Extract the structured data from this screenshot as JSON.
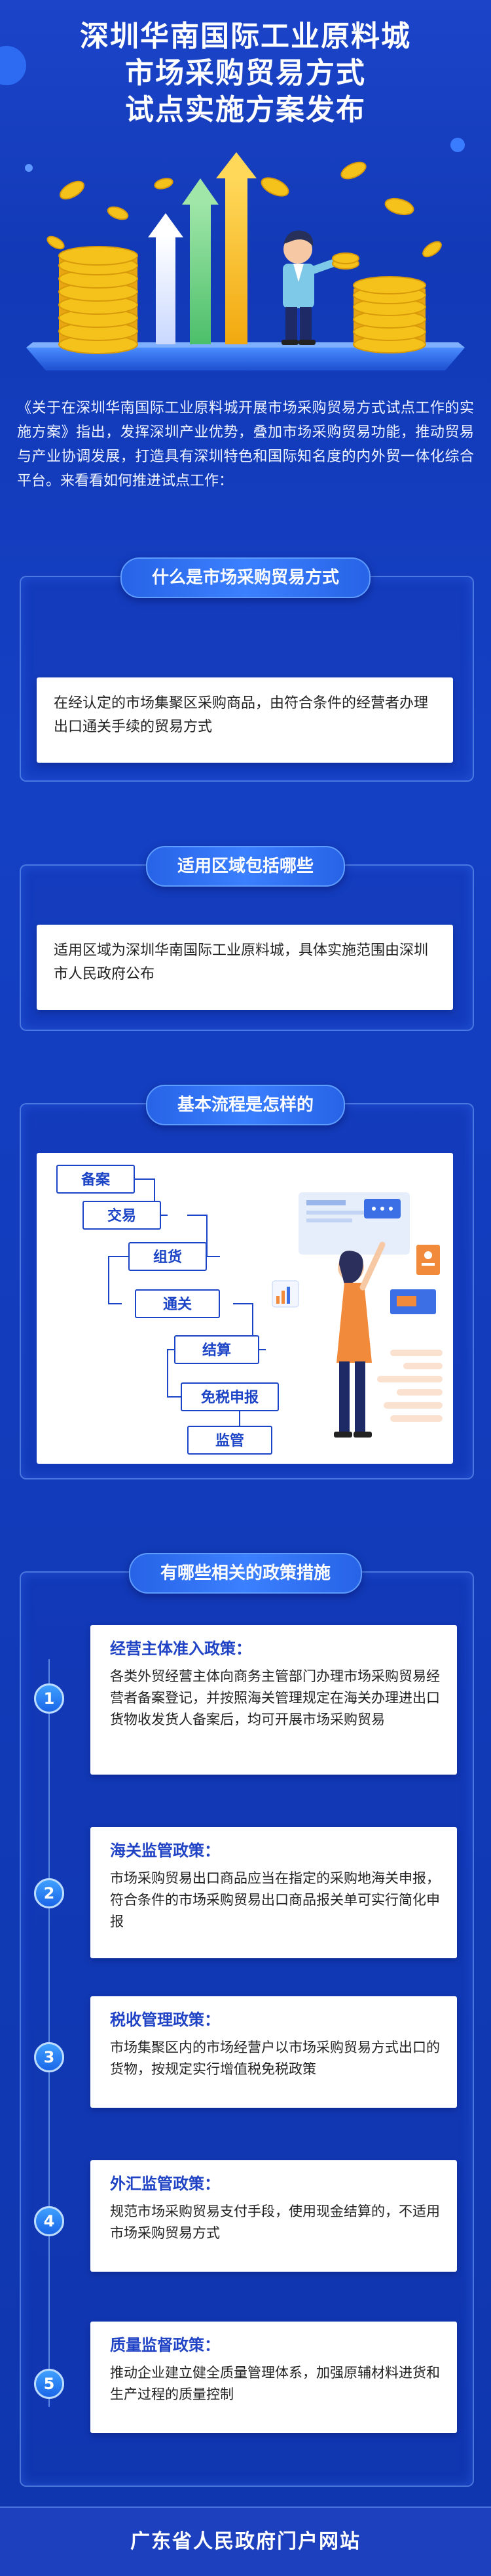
{
  "hero": {
    "title_lines": [
      "深圳华南国际工业原料城",
      "市场采购贸易方式",
      "试点实施方案发布"
    ]
  },
  "intro": "《关于在深圳华南国际工业原料城开展市场采购贸易方式试点工作的实施方案》指出，发挥深圳产业优势，叠加市场采购贸易功能，推动贸易与产业协调发展，打造具有深圳特色和国际知名度的内外贸一体化综合平台。来看看如何推进试点工作：",
  "sections": {
    "what": {
      "heading": "什么是市场采购贸易方式",
      "body": "在经认定的市场集聚区采购商品，由符合条件的经营者办理出口通关手续的贸易方式"
    },
    "area": {
      "heading": "适用区域包括哪些",
      "body": "适用区域为深圳华南国际工业原料城，具体实施范围由深圳市人民政府公布"
    },
    "flow": {
      "heading": "基本流程是怎样的",
      "steps": [
        "备案",
        "交易",
        "组货",
        "通关",
        "结算",
        "免税申报",
        "监管"
      ]
    },
    "policy": {
      "heading": "有哪些相关的政策措施",
      "items": [
        {
          "num": "1",
          "title": "经营主体准入政策：",
          "body": "各类外贸经营主体向商务主管部门办理市场采购贸易经营者备案登记，并按照海关管理规定在海关办理进出口货物收发货人备案后，均可开展市场采购贸易"
        },
        {
          "num": "2",
          "title": "海关监管政策：",
          "body": "市场采购贸易出口商品应当在指定的采购地海关申报，符合条件的市场采购贸易出口商品报关单可实行简化申报"
        },
        {
          "num": "3",
          "title": "税收管理政策：",
          "body": "市场集聚区内的市场经营户以市场采购贸易方式出口的货物，按规定实行增值税免税政策"
        },
        {
          "num": "4",
          "title": "外汇监管政策：",
          "body": "规范市场采购贸易支付手段，使用现金结算的，不适用市场采购贸易方式"
        },
        {
          "num": "5",
          "title": "质量监督政策：",
          "body": "推动企业建立健全质量管理体系，加强原辅材料进货和生产过程的质量控制"
        }
      ]
    }
  },
  "footer": "广东省人民政府门户网站",
  "colors": {
    "accent": "#1c44c6",
    "pill": "#2f6ff0",
    "coin": "#f5c21b",
    "background": "#1238b8"
  }
}
